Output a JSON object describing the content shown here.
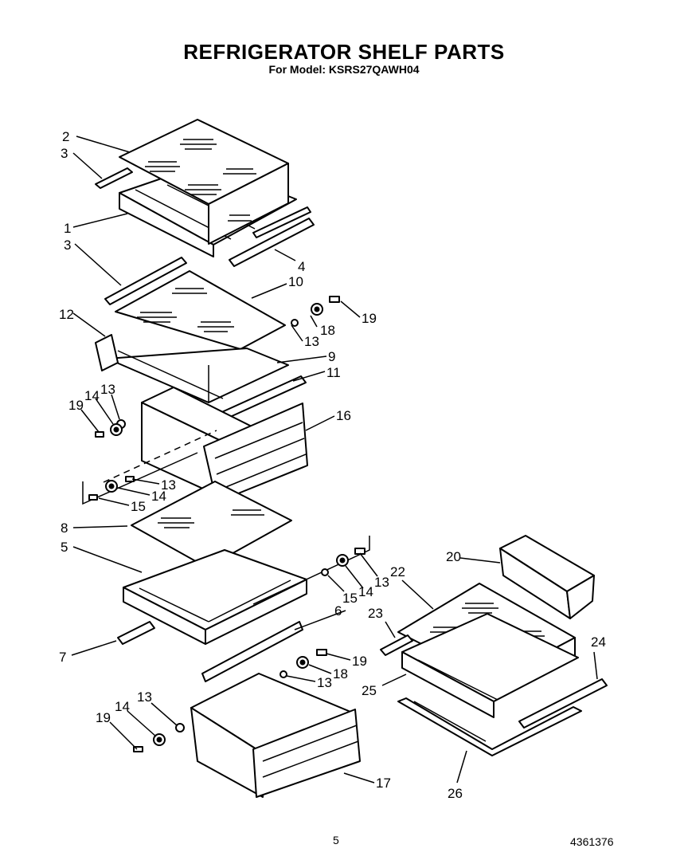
{
  "header": {
    "title": "REFRIGERATOR SHELF PARTS",
    "model": "For Model: KSRS27QAWH04"
  },
  "footer": {
    "page_number": "5",
    "document_number": "4361376"
  },
  "callouts": [
    {
      "id": "c2",
      "text": "2"
    },
    {
      "id": "c3a",
      "text": "3"
    },
    {
      "id": "c1",
      "text": "1"
    },
    {
      "id": "c4",
      "text": "4"
    },
    {
      "id": "c3b",
      "text": "3"
    },
    {
      "id": "c10",
      "text": "10"
    },
    {
      "id": "c19a",
      "text": "19"
    },
    {
      "id": "c18a",
      "text": "18"
    },
    {
      "id": "c12",
      "text": "12"
    },
    {
      "id": "c13a",
      "text": "13"
    },
    {
      "id": "c9",
      "text": "9"
    },
    {
      "id": "c11",
      "text": "11"
    },
    {
      "id": "c19b",
      "text": "19"
    },
    {
      "id": "c14a",
      "text": "14"
    },
    {
      "id": "c13b",
      "text": "13"
    },
    {
      "id": "c16",
      "text": "16"
    },
    {
      "id": "c13c",
      "text": "13"
    },
    {
      "id": "c14b",
      "text": "14"
    },
    {
      "id": "c15a",
      "text": "15"
    },
    {
      "id": "c8",
      "text": "8"
    },
    {
      "id": "c5",
      "text": "5"
    },
    {
      "id": "c20",
      "text": "20"
    },
    {
      "id": "c15b",
      "text": "15"
    },
    {
      "id": "c14c",
      "text": "14"
    },
    {
      "id": "c13d",
      "text": "13"
    },
    {
      "id": "c22",
      "text": "22"
    },
    {
      "id": "c6",
      "text": "6"
    },
    {
      "id": "c23",
      "text": "23"
    },
    {
      "id": "c7",
      "text": "7"
    },
    {
      "id": "c24",
      "text": "24"
    },
    {
      "id": "c19c",
      "text": "19"
    },
    {
      "id": "c18b",
      "text": "18"
    },
    {
      "id": "c13e",
      "text": "13"
    },
    {
      "id": "c25",
      "text": "25"
    },
    {
      "id": "c13f",
      "text": "13"
    },
    {
      "id": "c14d",
      "text": "14"
    },
    {
      "id": "c19d",
      "text": "19"
    },
    {
      "id": "c17",
      "text": "17"
    },
    {
      "id": "c26",
      "text": "26"
    }
  ]
}
